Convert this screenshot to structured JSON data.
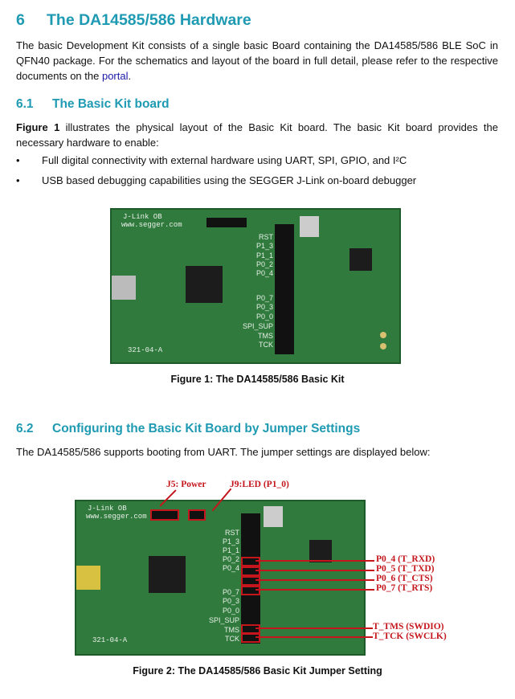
{
  "section": {
    "number": "6",
    "title": "The DA14585/586 Hardware",
    "intro_before_link": "The basic Development Kit consists of a single basic Board containing the DA14585/586 BLE SoC in QFN40 package. For the schematics and layout of the board in full detail, please refer to the respective documents on the ",
    "link": "portal",
    "intro_after_link": "."
  },
  "sub1": {
    "number": "6.1",
    "title": "The Basic Kit board",
    "para_bold": "Figure 1",
    "para_rest": " illustrates the physical layout of the Basic Kit board. The basic Kit board provides the necessary hardware to enable:",
    "bullets": [
      "Full digital connectivity with external hardware using UART, SPI, GPIO, and I²C",
      "USB based debugging capabilities using the SEGGER J-Link on-board debugger"
    ],
    "figure_caption": "Figure 1: The DA14585/586 Basic Kit"
  },
  "sub2": {
    "number": "6.2",
    "title": "Configuring the Basic Kit Board by Jumper Settings",
    "para": "The DA14585/586 supports booting from UART. The jumper settings are displayed below:",
    "figure_caption": "Figure 2: The DA14585/586 Basic Kit Jumper Setting",
    "callouts": {
      "power": "J5: Power",
      "led": "J9:LED (P1_0)",
      "pins": [
        "P0_4 (T_RXD)",
        "P0_5 (T_TXD)",
        "P0_6 (T_CTS)",
        "P0_7 (T_RTS)",
        "T_TMS (SWDIO)",
        "T_TCK (SWCLK)"
      ]
    }
  },
  "board_silk": {
    "logo": "J-Link OB",
    "url": "www.segger.com",
    "code": "321-04-A",
    "pins": [
      "RST",
      "P1_3",
      "P1_1",
      "P0_2",
      "P0_4",
      "P0_7",
      "P0_3",
      "P0_0",
      "SPI_SUP",
      "TMS",
      "TCK"
    ]
  },
  "colors": {
    "heading": "#1f9ab3",
    "link": "#1a1aa6",
    "callout": "#c4161c",
    "pcb": "#2f7a3c"
  }
}
